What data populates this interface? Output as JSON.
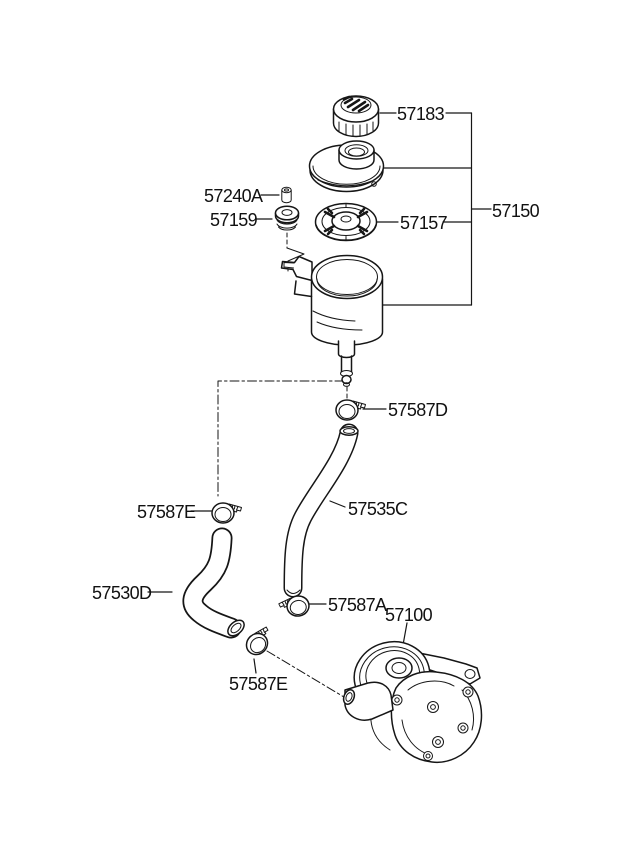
{
  "diagram": {
    "type": "exploded-parts-diagram",
    "subject": "power-steering-oil-pump-and-reservoir"
  },
  "part_labels": {
    "cap": "57183",
    "reservoir_assembly": "57150",
    "pump_filter": "57157",
    "bleed_plug": "57240A",
    "grommet": "57159",
    "clamp_d": "57587D",
    "clamp_e_upper": "57587E",
    "suction_hose": "57535C",
    "return_hose": "57530D",
    "clamp_a": "57587A",
    "pump": "57100",
    "clamp_e_lower": "57587E"
  },
  "colors": {
    "line": "#161616",
    "background": "#ffffff",
    "text": "#111111"
  }
}
